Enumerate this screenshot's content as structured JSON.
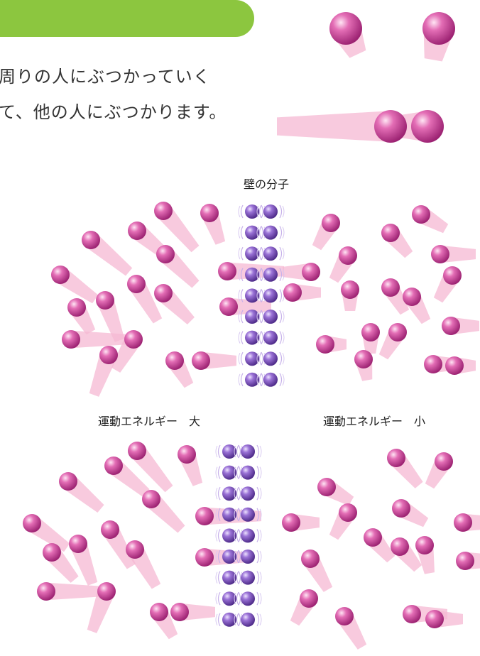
{
  "text": {
    "line1": "周りの人にぶつかっていく",
    "line2": "て、他の人にぶつかります。"
  },
  "labels": {
    "wall_molecules": "壁の分子",
    "kinetic_energy_large": "運動エネルギー　大",
    "kinetic_energy_small": "運動エネルギー　小"
  },
  "colors": {
    "banner": "#8cc63f",
    "molecule_pink": "#d0479a",
    "trail_pink": "#f6b8d3",
    "wall_purple": "#7b4fb8"
  }
}
